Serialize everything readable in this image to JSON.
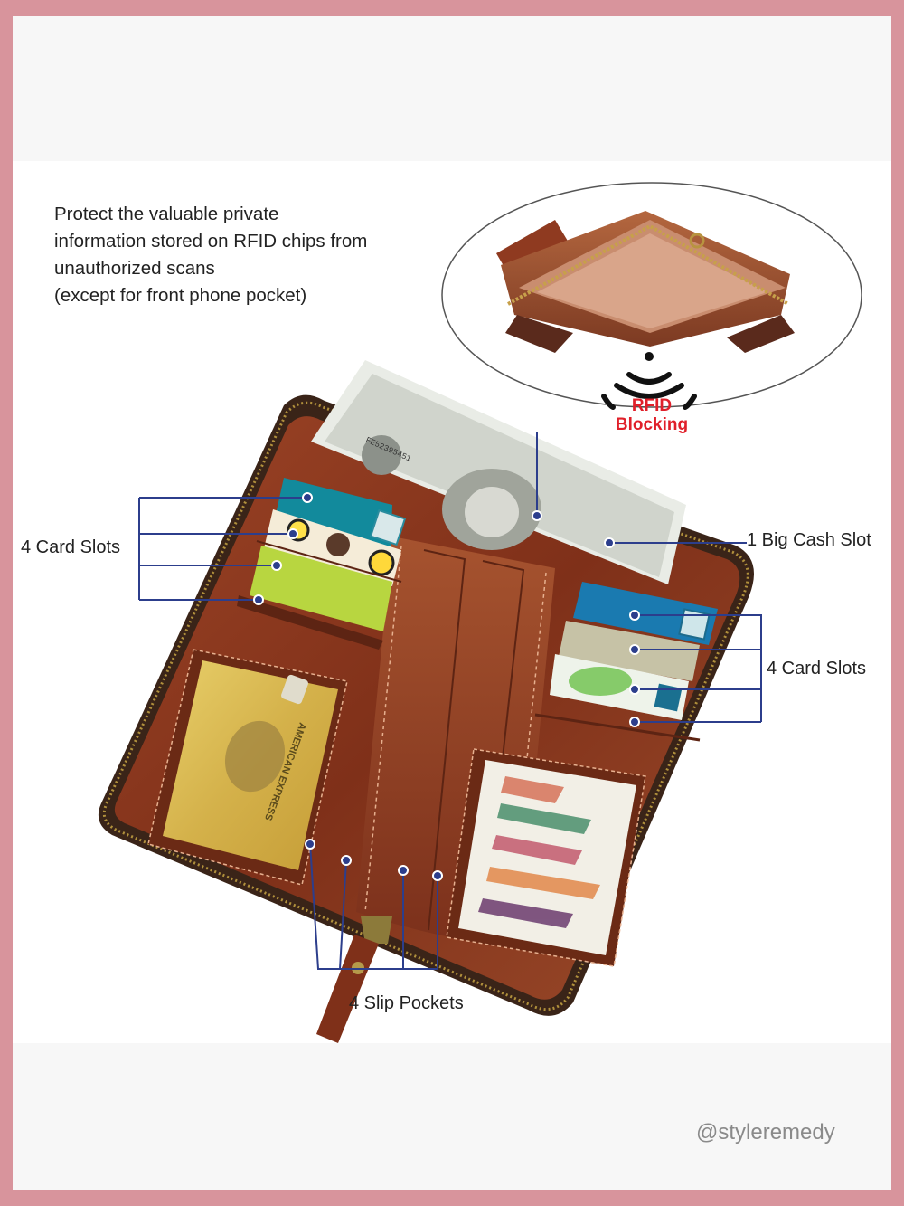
{
  "description": {
    "lines": [
      "Protect the valuable private",
      "information stored on RFID chips from",
      "unauthorized scans",
      "(except for front phone pocket)"
    ]
  },
  "rfid_badge": {
    "icon": "rfid-signal-icon",
    "line1": "RFID",
    "line2": "Blocking",
    "color": "#e0202a"
  },
  "callouts": {
    "left_card_slots": "4 Card Slots",
    "big_cash_slot": "1 Big Cash Slot",
    "right_card_slots": "4 Card Slots",
    "slip_pockets": "4 Slip Pockets"
  },
  "product_cards": {
    "amex_text": "AMERICAN EXPRESS"
  },
  "watermark": "@styleremedy",
  "colors": {
    "frame_pink": "#d8949c",
    "panel_bg": "#f7f7f7",
    "leather": "#8b3a22",
    "callout_line": "#2c3e8c"
  }
}
